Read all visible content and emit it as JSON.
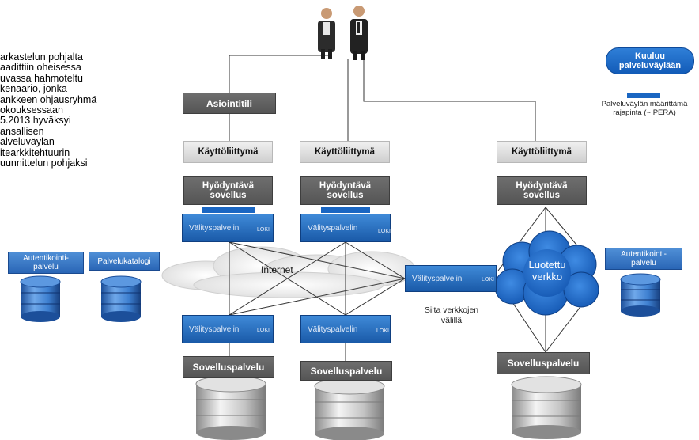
{
  "intro_lines": [
    "arkastelun pohjalta",
    "aadittiin oheisessa",
    "uvassa hahmoteltu",
    "kenaario, jonka",
    "ankkeen ohjausryhmä",
    "okouksessaan",
    "5.2013 hyväksyi",
    "ansallisen",
    "alveluväylän",
    "itearkkitehtuurin",
    "uunnittelun pohjaksi"
  ],
  "legend": {
    "pill": "Kuuluu palveluväylään",
    "note_line1": "Palveluväylän määrittämä",
    "note_line2": "rajapinta (~ PERA)"
  },
  "boxes": {
    "asiointitili": "Asiointitili",
    "ui": "Käyttöliittymä",
    "app_line1": "Hyödyntävä",
    "app_line2": "sovellus",
    "proxy": "Välityspalvelin",
    "lok": "LOKI",
    "service": "Sovelluspalvelu",
    "auth_line1": "Autentikointi-",
    "auth_line2": "palvelu",
    "catalog": "Palvelukatalogi"
  },
  "labels": {
    "internet": "Internet",
    "trusted_line1": "Luotettu",
    "trusted_line2": "verkko",
    "bridge_line1": "Silta verkkojen",
    "bridge_line2": "välillä"
  },
  "colors": {
    "accent_blue": "#1a66c2",
    "dark_box": "#5e5e5e",
    "cloud_blue": "#1f6ed0"
  }
}
